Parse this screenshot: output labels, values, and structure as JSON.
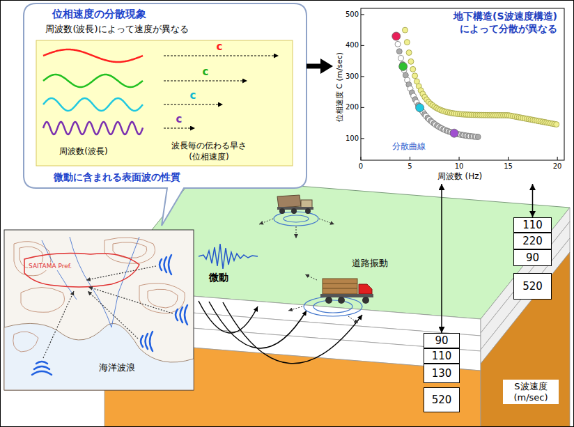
{
  "diagram": {
    "nodes": [
      {
        "text": [
          "位相速度の分散現象",
          "周波数(波長)によって速度が異なる",
          "微動に含まれる表面波の性質"
        ]
      },
      {
        "text": [
          "周波数(波長)",
          "波長毎の伝わる早さ (位相速度)"
        ],
        "in": 0
      },
      {
        "text": [
          "地下構造(S波速度構造) によって分散が異なる"
        ]
      },
      {
        "text": [
          "90"
        ]
      },
      {
        "text": [
          "110"
        ]
      },
      {
        "text": [
          "130"
        ]
      },
      {
        "text": [
          "520"
        ]
      },
      {
        "text": [
          "110"
        ]
      },
      {
        "text": [
          "220"
        ]
      },
      {
        "text": [
          "90"
        ]
      },
      {
        "text": [
          "520"
        ]
      }
    ],
    "edges": [
      {
        "from": 0,
        "to": 2,
        "arrow": "to"
      },
      {
        "from": 2,
        "to": 3,
        "arrow": "both"
      },
      {
        "from": 2,
        "to": 7,
        "arrow": "both"
      }
    ],
    "labels": [
      "c",
      "c",
      "c",
      "c",
      "位相速度 C (m/sec)",
      "500",
      "400",
      "300",
      "200",
      "100",
      "0",
      "5",
      "10",
      "15",
      "20",
      "周波数 (Hz)",
      "分散曲線",
      "微動",
      "道路振動",
      "SAITAMA Pref.",
      "海洋波浪",
      "S波速度 (m/sec)"
    ]
  }
}
